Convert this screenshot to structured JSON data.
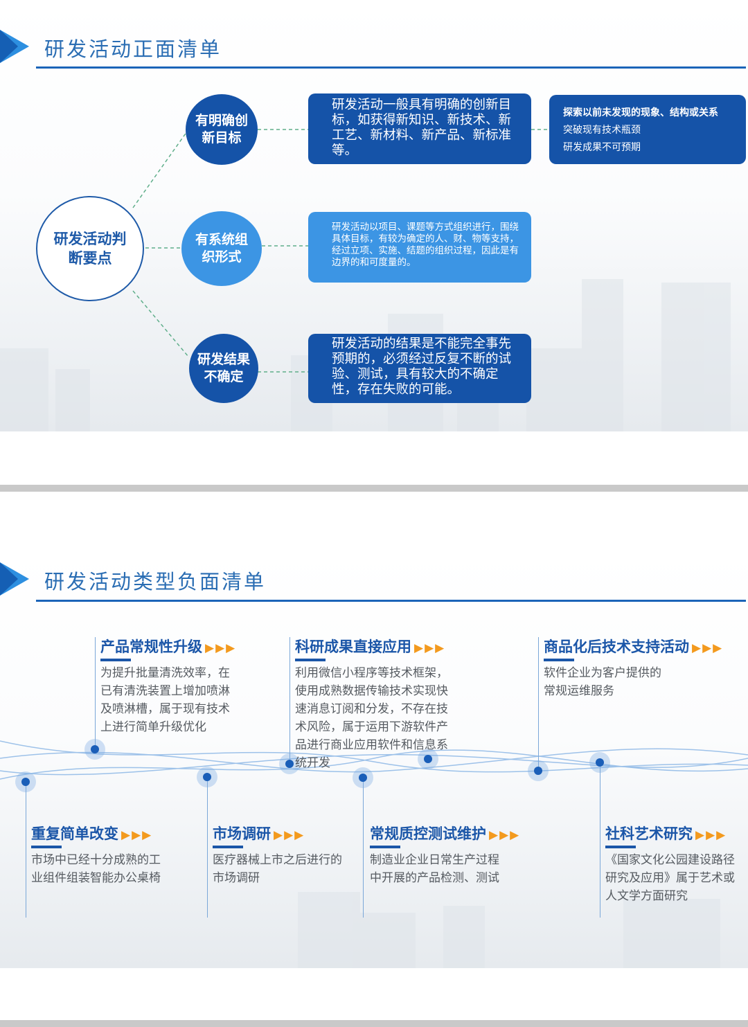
{
  "slide1": {
    "title": "研发活动正面清单",
    "center": "研发活动判断要点",
    "nodes": [
      {
        "label": "有明确创新目标",
        "desc": "研发活动一般具有明确的创新目标，如获得新知识、新技术、新工艺、新材料、新产品、新标准等。"
      },
      {
        "label": "有系统组织形式",
        "desc": "研发活动以项目、课题等方式组织进行，围绕具体目标，有较为确定的人、财、物等支持，经过立项、实施、结题的组织过程，因此是有边界的和可度量的。"
      },
      {
        "label": "研发结果不确定",
        "desc": "研发活动的结果是不能完全事先预期的，必须经过反复不断的试验、测试，具有较大的不确定性，存在失败的可能。"
      }
    ],
    "extra": [
      "探索以前未发现的现象、结构或关系",
      "突破现有技术瓶颈",
      "研发成果不可预期"
    ]
  },
  "slide2": {
    "title": "研发活动类型负面清单",
    "top_items": [
      {
        "title": "产品常规性升级",
        "body": "为提升批量清洗效率，在已有清洗装置上增加喷淋及喷淋槽，属于现有技术上进行简单升级优化"
      },
      {
        "title": "科研成果直接应用",
        "body": "利用微信小程序等技术框架，使用成熟数据传输技术实现快速消息订阅和分发，不存在技术风险，属于运用下游软件产品进行商业应用软件和信息系统开发"
      },
      {
        "title": "商品化后技术支持活动",
        "body": "软件企业为客户提供的常规运维服务"
      }
    ],
    "bottom_items": [
      {
        "title": "重复简单改变",
        "body": "市场中已经十分成熟的工业组件组装智能办公桌椅"
      },
      {
        "title": "市场调研",
        "body": "医疗器械上市之后进行的市场调研"
      },
      {
        "title": "常规质控测试维护",
        "body": "制造业企业日常生产过程中开展的产品检测、测试"
      },
      {
        "title": "社科艺术研究",
        "body": "《国家文化公园建设路径研究及应用》属于艺术或人文学方面研究"
      }
    ]
  }
}
